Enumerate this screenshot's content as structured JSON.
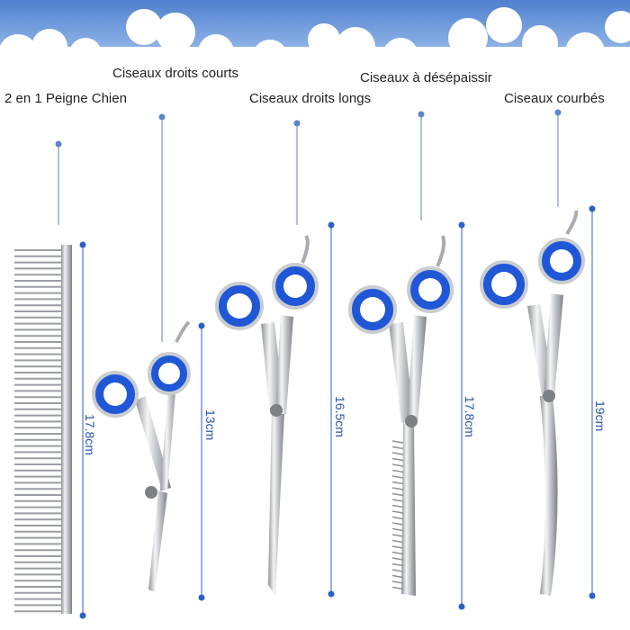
{
  "products": [
    {
      "name": "2 en 1 Peigne Chien",
      "size": "17.8cm"
    },
    {
      "name": "Ciseaux droits courts",
      "size": "13cm"
    },
    {
      "name": "Ciseaux droits longs",
      "size": "16.5cm"
    },
    {
      "name": "Ciseaux à désépaissir",
      "size": "17.8cm"
    },
    {
      "name": "Ciseaux courbés",
      "size": "19cm"
    }
  ],
  "colors": {
    "sky": "#6a95d8",
    "ring": "#1f57d6",
    "ring_dark": "#0f3aa8",
    "steel": "#c9ccd0",
    "leader": "#5b86c9",
    "dot": "#2b61c4"
  }
}
